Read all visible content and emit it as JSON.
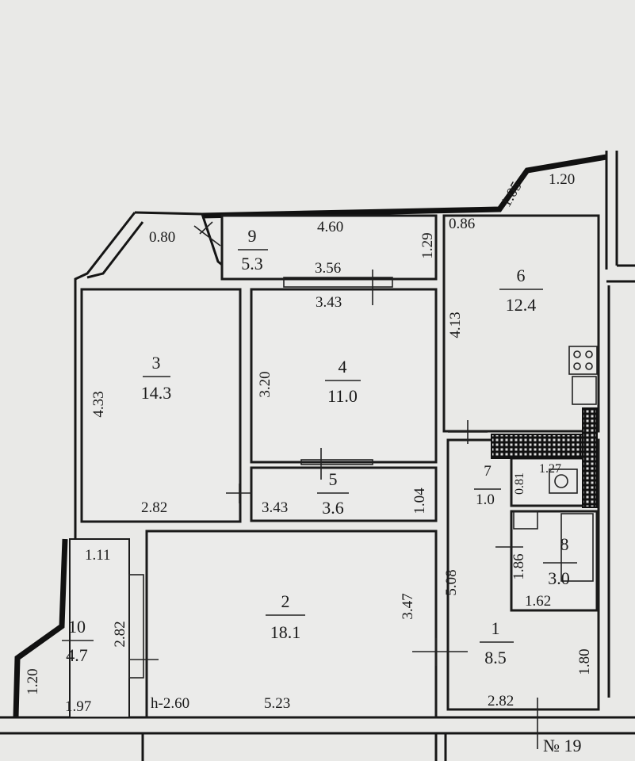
{
  "plan": {
    "apartment_number": "№ 19",
    "ceiling_height": "h-2.60",
    "rooms": [
      {
        "number": "1",
        "area": "8.5"
      },
      {
        "number": "2",
        "area": "18.1"
      },
      {
        "number": "3",
        "area": "14.3"
      },
      {
        "number": "4",
        "area": "11.0"
      },
      {
        "number": "5",
        "area": "3.6"
      },
      {
        "number": "6",
        "area": "12.4"
      },
      {
        "number": "7",
        "area": "1.0"
      },
      {
        "number": "8",
        "area": "3.0"
      },
      {
        "number": "9",
        "area": "5.3"
      },
      {
        "number": "10",
        "area": "4.7"
      }
    ],
    "dimensions": {
      "d080": "0.80",
      "d460": "4.60",
      "d129": "1.29",
      "d356": "3.56",
      "d343a": "3.43",
      "d086": "0.86",
      "d105": "1.05",
      "d120a": "1.20",
      "d413": "4.13",
      "d433": "4.33",
      "d320": "3.20",
      "d282a": "2.82",
      "d343b": "3.43",
      "d104": "1.04",
      "d127": "1.27",
      "d081": "0.81",
      "d186": "1.86",
      "d162": "1.62",
      "d111": "1.11",
      "d282b": "2.82",
      "d347": "3.47",
      "d508": "5.08",
      "d180": "1.80",
      "d120b": "1.20",
      "d197": "1.97",
      "d523": "5.23",
      "d282c": "2.82"
    }
  },
  "colors": {
    "background": "#e9e9e7",
    "line": "#151515"
  }
}
